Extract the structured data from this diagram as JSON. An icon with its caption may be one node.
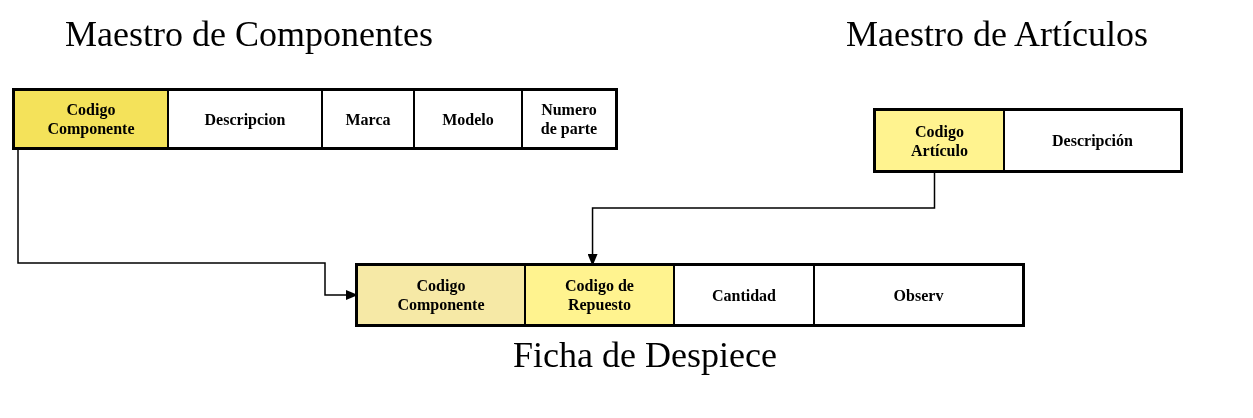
{
  "diagram": {
    "nodes": [
      {
        "text": [
          "Maestro de Componentes"
        ]
      },
      {
        "text": [
          "Codigo Componente"
        ],
        "in": 0
      },
      {
        "text": [
          "Descripcion"
        ],
        "in": 0
      },
      {
        "text": [
          "Marca"
        ],
        "in": 0
      },
      {
        "text": [
          "Modelo"
        ],
        "in": 0
      },
      {
        "text": [
          "Numero de parte"
        ],
        "in": 0
      },
      {
        "text": [
          "Maestro de Artículos"
        ]
      },
      {
        "text": [
          "Codigo Artículo"
        ],
        "in": 6
      },
      {
        "text": [
          "Descripción"
        ],
        "in": 6
      },
      {
        "text": [
          "Ficha de Despiece"
        ]
      },
      {
        "text": [
          "Codigo Componente"
        ],
        "in": 9
      },
      {
        "text": [
          "Codigo de Repuesto"
        ],
        "in": 9
      },
      {
        "text": [
          "Cantidad"
        ],
        "in": 9
      },
      {
        "text": [
          "Observ"
        ],
        "in": 9
      }
    ],
    "edges": [
      {
        "from": 1,
        "to": 10,
        "arrow": "to"
      },
      {
        "from": 7,
        "to": 11,
        "arrow": "to"
      }
    ]
  }
}
